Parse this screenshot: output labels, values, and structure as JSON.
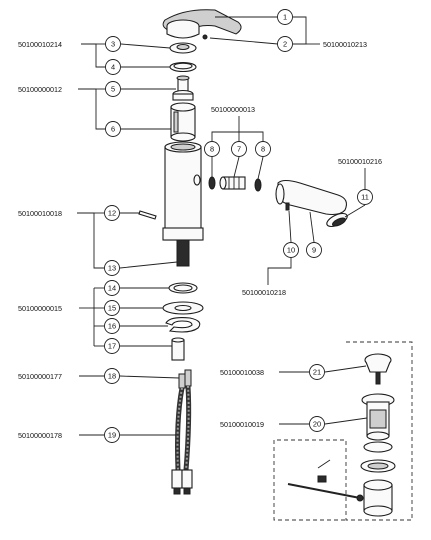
{
  "part_numbers": {
    "p50100010214": "50100010214",
    "p50100010213": "50100010213",
    "p50100000012": "50100000012",
    "p50100000013": "50100000013",
    "p50100010216": "50100010216",
    "p50100010018": "50100010018",
    "p50100010218": "50100010218",
    "p50100000015": "50100000015",
    "p50100000177": "50100000177",
    "p50100000178": "50100000178",
    "p50100010038": "50100010038",
    "p50100010019": "50100010019"
  },
  "callouts": {
    "c1": "1",
    "c2": "2",
    "c3": "3",
    "c4": "4",
    "c5": "5",
    "c6": "6",
    "c7": "7",
    "c8a": "8",
    "c8b": "8",
    "c9": "9",
    "c10": "10",
    "c11": "11",
    "c12": "12",
    "c13": "13",
    "c14": "14",
    "c15": "15",
    "c16": "16",
    "c17": "17",
    "c18": "18",
    "c19": "19",
    "c20": "20",
    "c21": "21"
  }
}
